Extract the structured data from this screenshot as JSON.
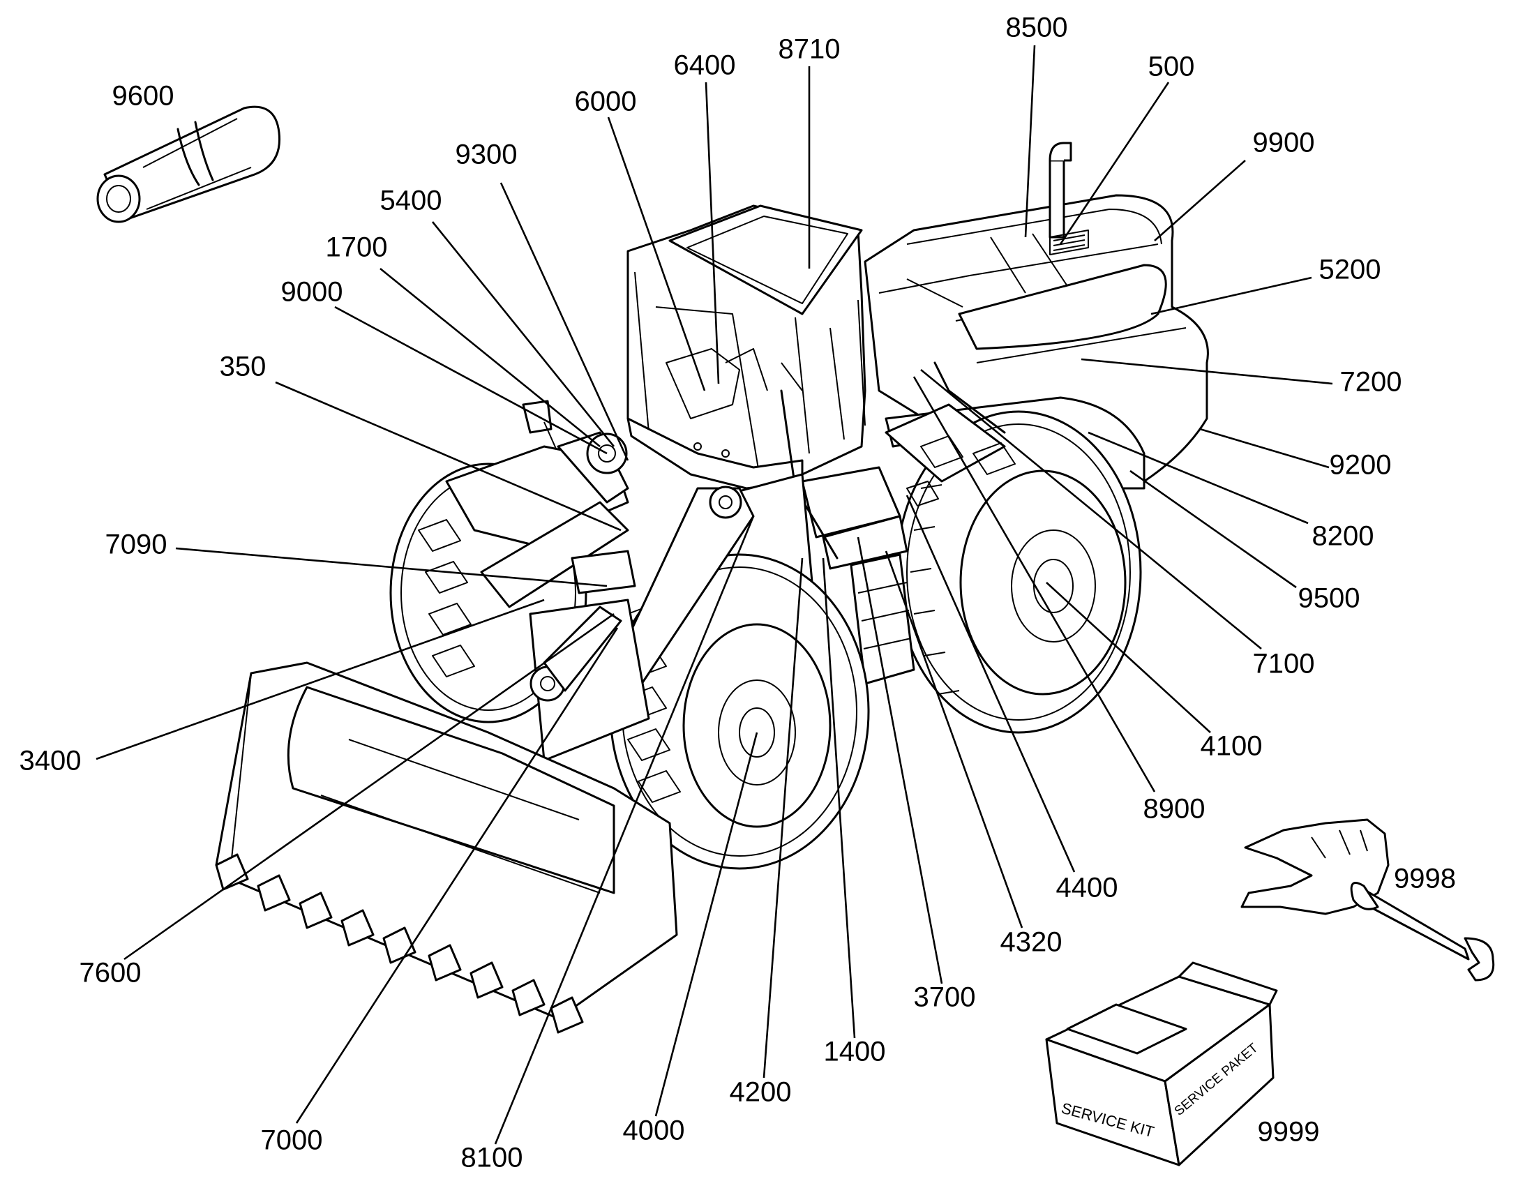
{
  "callouts": [
    {
      "id": "9600",
      "label": "9600"
    },
    {
      "id": "6000",
      "label": "6000"
    },
    {
      "id": "6400",
      "label": "6400"
    },
    {
      "id": "8710",
      "label": "8710"
    },
    {
      "id": "8500",
      "label": "8500"
    },
    {
      "id": "500",
      "label": "500"
    },
    {
      "id": "9900",
      "label": "9900"
    },
    {
      "id": "9300",
      "label": "9300"
    },
    {
      "id": "5400",
      "label": "5400"
    },
    {
      "id": "1700",
      "label": "1700"
    },
    {
      "id": "9000",
      "label": "9000"
    },
    {
      "id": "350",
      "label": "350"
    },
    {
      "id": "5200",
      "label": "5200"
    },
    {
      "id": "7200",
      "label": "7200"
    },
    {
      "id": "9200",
      "label": "9200"
    },
    {
      "id": "8200",
      "label": "8200"
    },
    {
      "id": "9500",
      "label": "9500"
    },
    {
      "id": "7100",
      "label": "7100"
    },
    {
      "id": "4100",
      "label": "4100"
    },
    {
      "id": "8900",
      "label": "8900"
    },
    {
      "id": "7090",
      "label": "7090"
    },
    {
      "id": "3400",
      "label": "3400"
    },
    {
      "id": "7600",
      "label": "7600"
    },
    {
      "id": "7000",
      "label": "7000"
    },
    {
      "id": "8100",
      "label": "8100"
    },
    {
      "id": "4000",
      "label": "4000"
    },
    {
      "id": "4200",
      "label": "4200"
    },
    {
      "id": "1400",
      "label": "1400"
    },
    {
      "id": "3700",
      "label": "3700"
    },
    {
      "id": "4320",
      "label": "4320"
    },
    {
      "id": "4400",
      "label": "4400"
    },
    {
      "id": "9998",
      "label": "9998"
    },
    {
      "id": "9999",
      "label": "9999"
    }
  ],
  "service_box": {
    "front_text": "SERVICE KIT",
    "side_text": "SERVICE PAKET"
  },
  "icons": {
    "rolled_mat": "rolled-document-icon",
    "wrench_hand": "hand-wrench-icon",
    "service_box": "service-box-icon"
  }
}
